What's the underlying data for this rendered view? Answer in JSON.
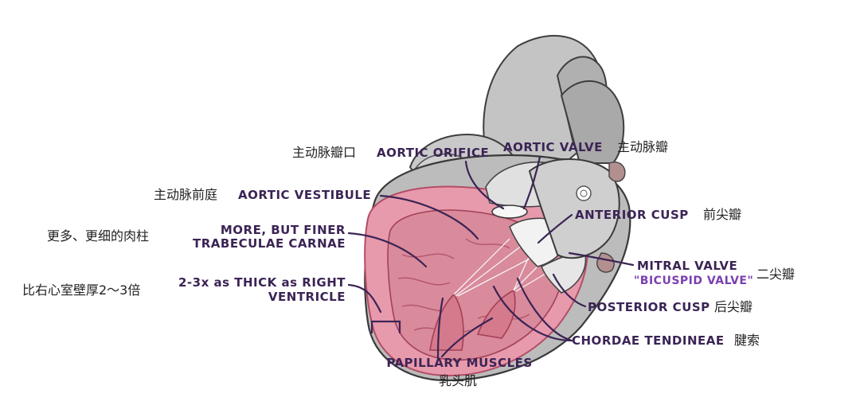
{
  "colors": {
    "label_text": "#3b2455",
    "accent_purple": "#7b3fb0",
    "chinese_text": "#222222",
    "heart_gray": "#bdbdbd",
    "myocardium_pink": "#e79aac",
    "chamber_pink": "#e8a0ad",
    "valve_white": "#f2f2f2"
  },
  "labels": {
    "aortic_orifice": {
      "cn": "主动脉瓣口",
      "en": "AORTIC ORIFICE"
    },
    "aortic_valve": {
      "en": "AORTIC VALVE",
      "cn": "主动脉瓣"
    },
    "aortic_vestibule": {
      "cn": "主动脉前庭",
      "en": "AORTIC VESTIBULE"
    },
    "anterior_cusp": {
      "en": "ANTERIOR CUSP",
      "cn": "前尖瓣"
    },
    "trabeculae": {
      "cn": "更多、更细的肉柱",
      "en_line1": "MORE, BUT FINER",
      "en_line2": "TRABECULAE CARNAE"
    },
    "mitral_valve": {
      "en": "MITRAL VALVE",
      "sub": "\"BICUSPID VALVE\"",
      "cn": "二尖瓣"
    },
    "wall_thickness": {
      "cn": "比右心室壁厚2～3倍",
      "en_line1": "2-3x as THICK as RIGHT",
      "en_line2": "VENTRICLE"
    },
    "posterior_cusp": {
      "en": "POSTERIOR CUSP",
      "cn": "后尖瓣"
    },
    "chordae": {
      "en": "CHORDAE TENDINEAE",
      "cn": "腱索"
    },
    "papillary": {
      "en": "PAPILLARY MUSCLES",
      "cn": "乳头肌"
    }
  }
}
